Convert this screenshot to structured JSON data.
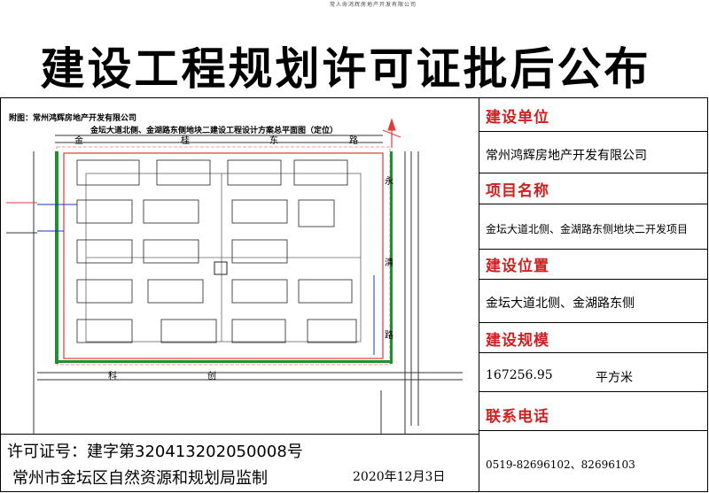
{
  "top_note": "常人命鸿辉房地产开发有限公司",
  "title": "建设工程规划许可证批后公布",
  "plan": {
    "attachment": "附图：常州鸿辉房地产开发有限公司",
    "caption": "金坛大道北侧、金湖路东侧地块二建设工程设计方案总平面图（定位）",
    "roads": [
      "金",
      "桂",
      "东",
      "路",
      "永",
      "清",
      "路",
      "科",
      "创"
    ]
  },
  "info": {
    "unit_label": "建设单位",
    "unit_value": "常州鸿辉房地产开发有限公司",
    "project_label": "项目名称",
    "project_value": "金坛大道北侧、金湖路东侧地块二开发项目",
    "location_label": "建设位置",
    "location_value": "金坛大道北侧、金湖路东侧",
    "scale_label": "建设规模",
    "scale_value": "167256.95",
    "scale_unit": "平方米",
    "phone_label": "联系电话",
    "phone_value": "0519-82696102、82696103"
  },
  "footer": {
    "permit": "许可证号：建字第320413202050008号",
    "supervisor": "常州市金坛区自然资源和规划局监制",
    "date": "2020年12月3日"
  },
  "colors": {
    "header_red": "#d01f1f",
    "plan_red": "#e23a3a",
    "plan_green": "#1f8f2f",
    "plan_blue": "#1a2fd0"
  }
}
